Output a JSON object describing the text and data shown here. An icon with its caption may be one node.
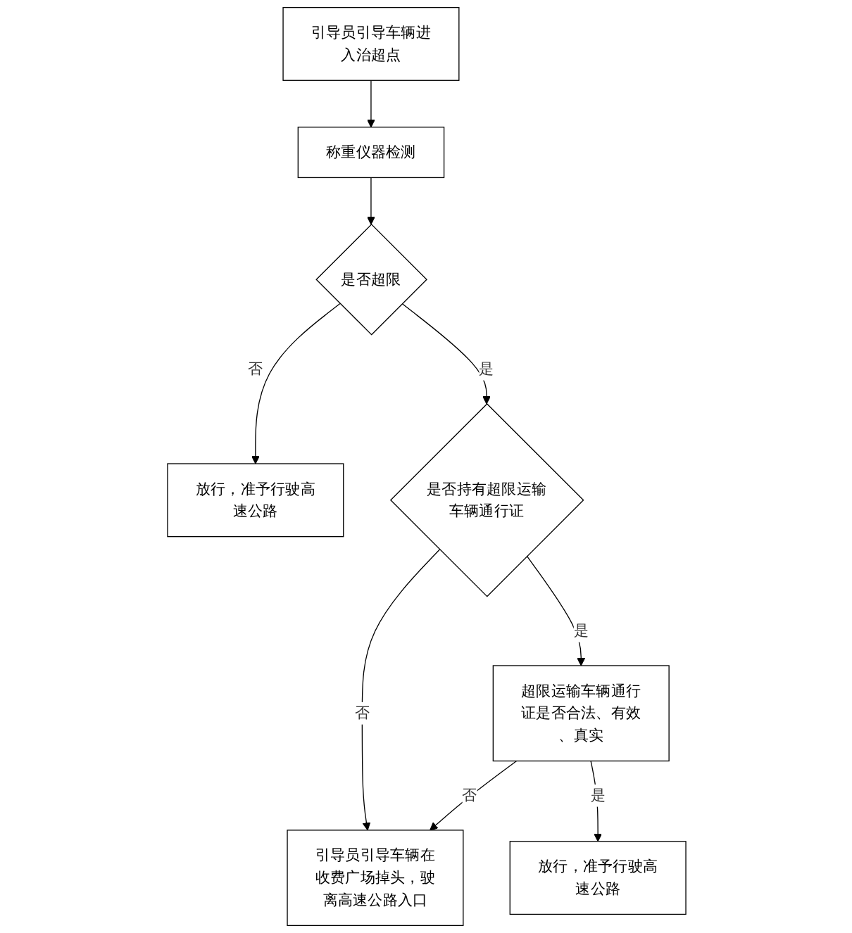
{
  "diagram": {
    "nodes": [
      {
        "text": [
          "引导员引导车辆进入治超点"
        ]
      },
      {
        "text": [
          "称重仪器检测"
        ]
      },
      {
        "text": [
          "是否超限"
        ]
      },
      {
        "text": [
          "放行，准予行驶高速公路"
        ]
      },
      {
        "text": [
          "是否持有超限运输车辆通行证"
        ]
      },
      {
        "text": [
          "超限运输车辆通行证是否合法、有效、真实"
        ]
      },
      {
        "text": [
          "引导员引导车辆在收费广场掉头，驶离高速公路入口"
        ]
      },
      {
        "text": [
          "放行，准予行驶高速公路"
        ]
      }
    ],
    "edges": [
      {
        "from": 0,
        "to": 1,
        "arrow": "to"
      },
      {
        "from": 1,
        "to": 2,
        "arrow": "to"
      },
      {
        "from": 2,
        "to": 3,
        "arrow": "to",
        "label": "否"
      },
      {
        "from": 2,
        "to": 4,
        "arrow": "to",
        "label": "是"
      },
      {
        "from": 4,
        "to": 5,
        "arrow": "to",
        "label": "是"
      },
      {
        "from": 4,
        "to": 6,
        "arrow": "to",
        "label": "否"
      },
      {
        "from": 5,
        "to": 6,
        "arrow": "to",
        "label": "否"
      },
      {
        "from": 5,
        "to": 7,
        "arrow": "to",
        "label": "是"
      }
    ]
  }
}
